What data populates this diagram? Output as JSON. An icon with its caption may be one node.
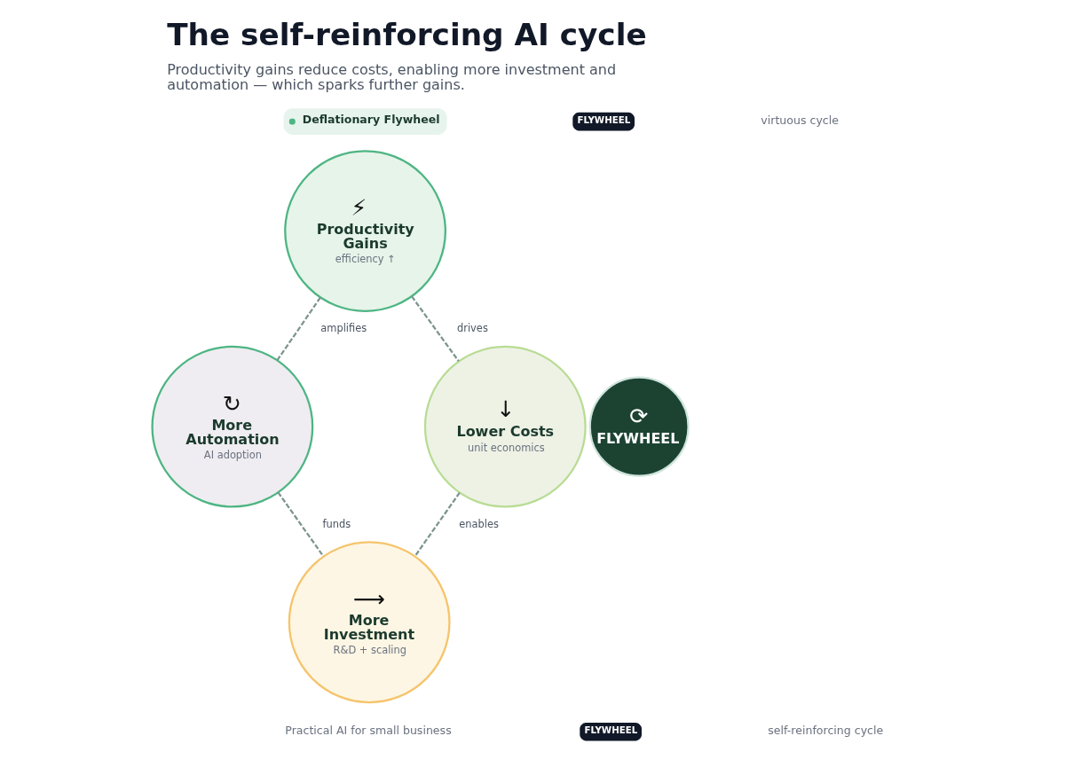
{
  "diagram": {
    "title": "The self-reinforcing AI cycle",
    "caption": "Productivity gains reduce costs, enabling more investment and automation — which sparks further gains.",
    "nodes": [
      {
        "text": [
          "⚡",
          "Productivity Gains",
          "efficiency ↑"
        ]
      },
      {
        "text": [
          "↻",
          "More Automation",
          "AI adoption"
        ]
      },
      {
        "text": [
          "⟳",
          "FLYWHEEL"
        ]
      },
      {
        "text": [
          "↓",
          "Lower Costs",
          "unit economics"
        ]
      },
      {
        "text": [
          "⟶",
          "More Investment",
          "R&D + scaling"
        ]
      }
    ],
    "edges": [
      {
        "from": 0,
        "to": 1,
        "arrow": "none",
        "label": "amplifies",
        "style": "dashed"
      },
      {
        "from": 0,
        "to": 3,
        "arrow": "none",
        "label": "drives",
        "style": "dashed"
      },
      {
        "from": 1,
        "to": 4,
        "arrow": "none",
        "label": "funds",
        "style": "dashed"
      },
      {
        "from": 3,
        "to": 4,
        "arrow": "none",
        "label": "enables",
        "style": "dashed"
      }
    ],
    "labels": [
      "Deflationary Flywheel",
      "FLYWHEEL",
      "virtuous cycle",
      "Practical AI for small business",
      "FLYWHEEL",
      "self-reinforcing cycle"
    ]
  }
}
